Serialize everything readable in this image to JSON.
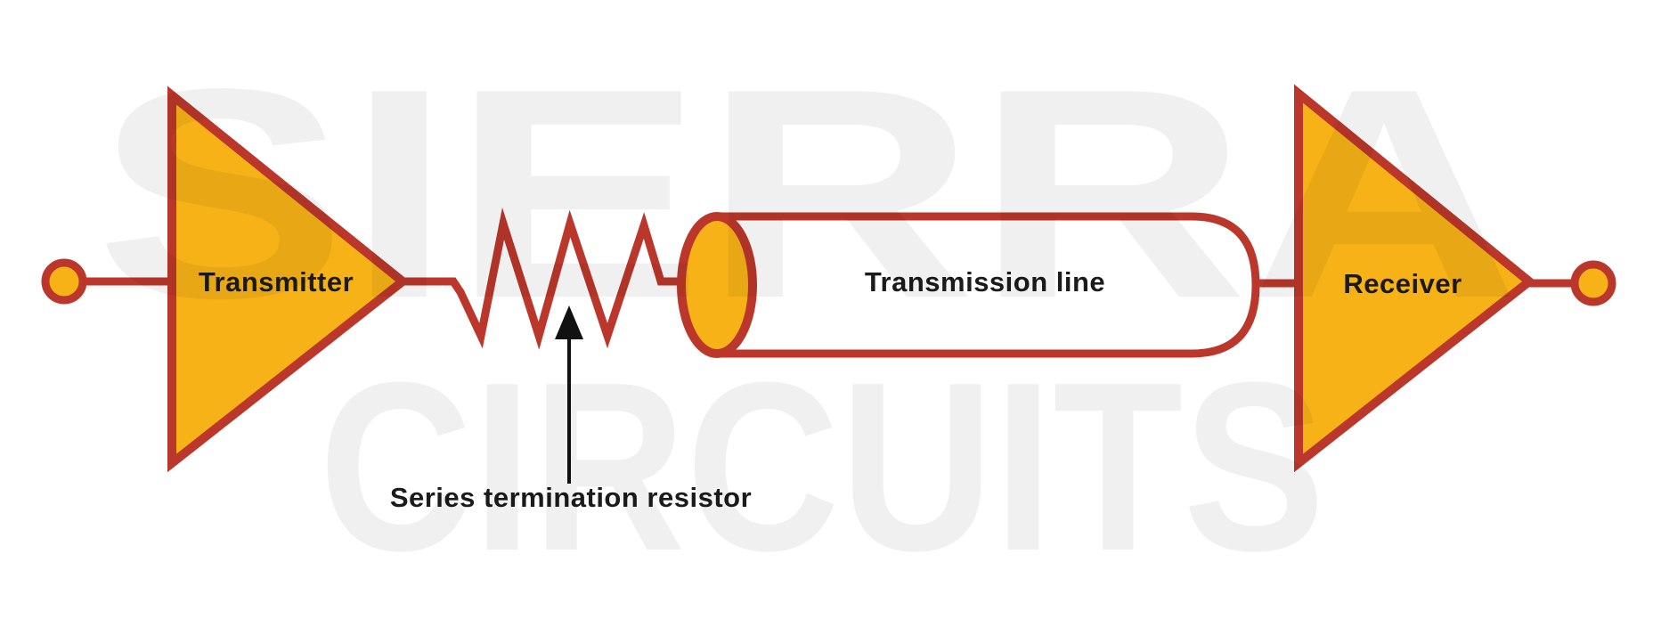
{
  "diagram": {
    "labels": {
      "transmitter": "Transmitter",
      "transmission_line": "Transmission line",
      "receiver": "Receiver",
      "annotation": "Series termination resistor"
    },
    "watermark": {
      "line1": "SIERRA",
      "line2": "CIRCUITS"
    },
    "colors": {
      "background": "#ffffff",
      "component_orange": "#F7B217",
      "outline_red": "#BC372B",
      "label_text": "#1B1B1B",
      "arrow_black": "#111111",
      "watermark_overlay": "rgba(0,0,0,0.058)"
    }
  }
}
